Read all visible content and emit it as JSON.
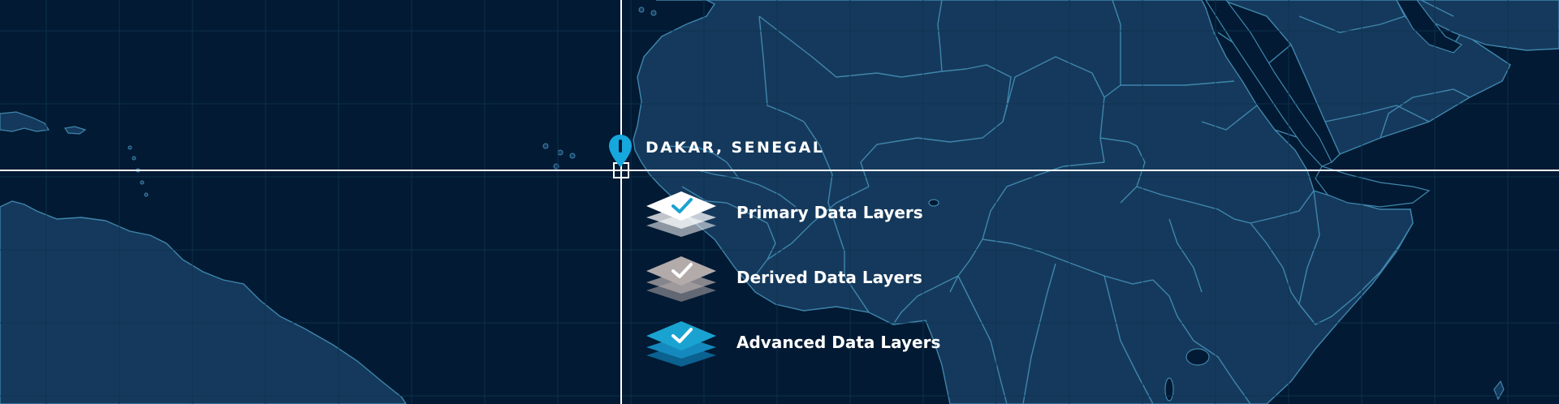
{
  "location": {
    "label": "DAKAR, SENEGAL"
  },
  "layers": [
    {
      "label": "Primary Data Layers",
      "icon": "layers-check-icon",
      "color": "#ffffff",
      "checked": true
    },
    {
      "label": "Derived Data Layers",
      "icon": "layers-check-icon",
      "color": "#b3aaaa",
      "checked": true
    },
    {
      "label": "Advanced Data Layers",
      "icon": "layers-check-icon",
      "color": "#1aa3d1",
      "checked": true
    }
  ],
  "colors": {
    "ocean": "#021a33",
    "land": "#15395c",
    "border": "#3f86ad",
    "grid": "#0e3350",
    "crosshair": "#ffffff",
    "pin": "#16a7dc"
  }
}
